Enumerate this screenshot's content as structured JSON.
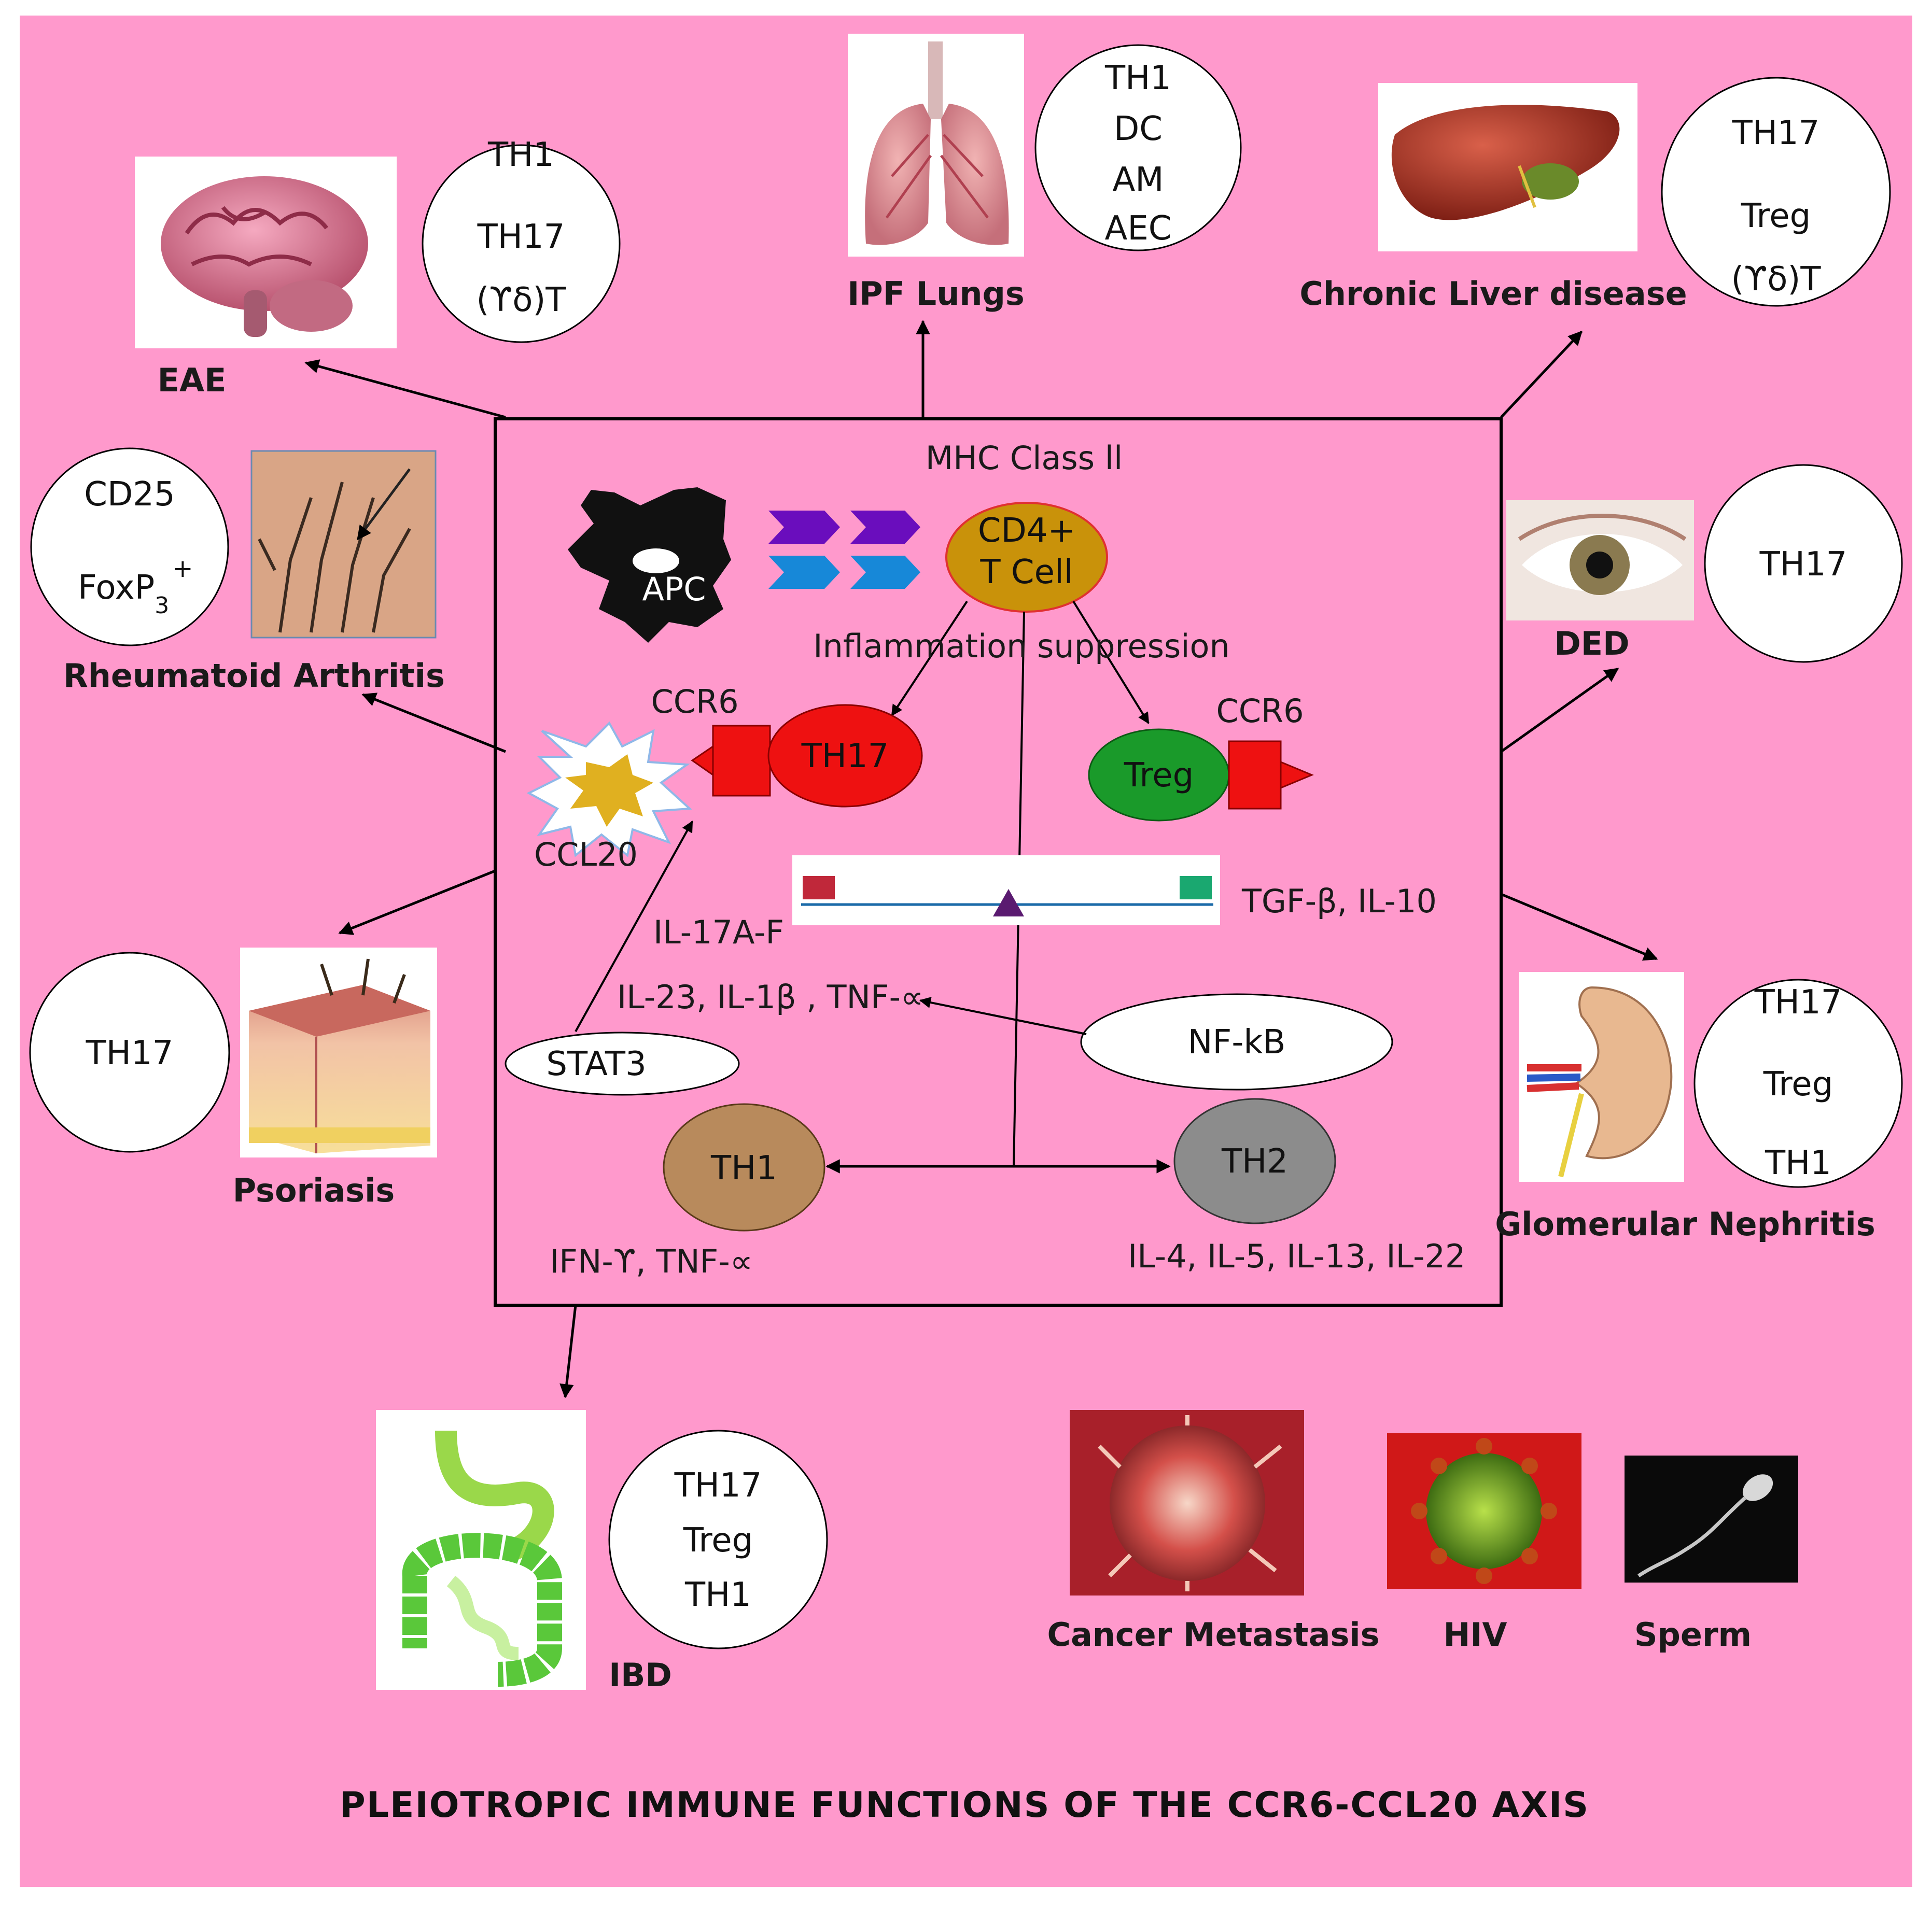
{
  "title": "PLEIOTROPIC IMMUNE FUNCTIONS OF THE CCR6-CCL20 AXIS",
  "colors": {
    "background": "#ff99cc",
    "th17": "#ee1111",
    "treg": "#1a9a2a",
    "th1": "#b88a5c",
    "th2": "#8c8c8c",
    "cd4": "#c9920a",
    "ccr6": "#ee1111",
    "purple_arrow": "#6a0dbd",
    "blue_arrow": "#1788d8"
  },
  "center": {
    "mhc": "MHC Class ll",
    "apc": "APC",
    "cd4_line1": "CD4+",
    "cd4_line2": "T Cell",
    "inflammation": "Inflammation suppression",
    "ccr6_left": "CCR6",
    "ccr6_right": "CCR6",
    "th17": "TH17",
    "treg": "Treg",
    "ccl20": "CCL20",
    "il17": "IL-17A-F",
    "il23": "IL-23, IL-1β ,  TNF-∝",
    "tgf": "TGF-β, IL-10",
    "stat3": "STAT3",
    "nfkb": "NF-kB",
    "th1": "TH1",
    "th2": "TH2",
    "ifn": "IFN-ϒ, TNF-∝",
    "il4": "IL-4, IL-5, IL-13, IL-22"
  },
  "diseases": {
    "eae": {
      "label": "EAE",
      "cells": [
        "TH1",
        "TH17",
        "(ϒδ)T"
      ]
    },
    "ipf": {
      "label": "IPF Lungs",
      "cells": [
        "TH1",
        "DC",
        "AM",
        "AEC"
      ]
    },
    "liver": {
      "label": "Chronic Liver disease",
      "cells": [
        "TH17",
        "Treg",
        "(ϒδ)T"
      ]
    },
    "ra": {
      "label": "Rheumatoid Arthritis",
      "cells": [
        "CD25"
      ],
      "foxp_base": "FoxP",
      "foxp_sub": "3",
      "foxp_sup": "+"
    },
    "ded": {
      "label": "DED",
      "cells": [
        "TH17"
      ]
    },
    "psoriasis": {
      "label": "Psoriasis",
      "cells": [
        "TH17"
      ]
    },
    "gn": {
      "label": "Glomerular Nephritis",
      "cells": [
        "TH17",
        "Treg",
        "TH1"
      ]
    },
    "ibd": {
      "label": "IBD",
      "cells": [
        "TH17",
        "Treg",
        "TH1"
      ]
    },
    "cancer": {
      "label": "Cancer Metastasis"
    },
    "hiv": {
      "label": "HIV"
    },
    "sperm": {
      "label": "Sperm"
    }
  }
}
